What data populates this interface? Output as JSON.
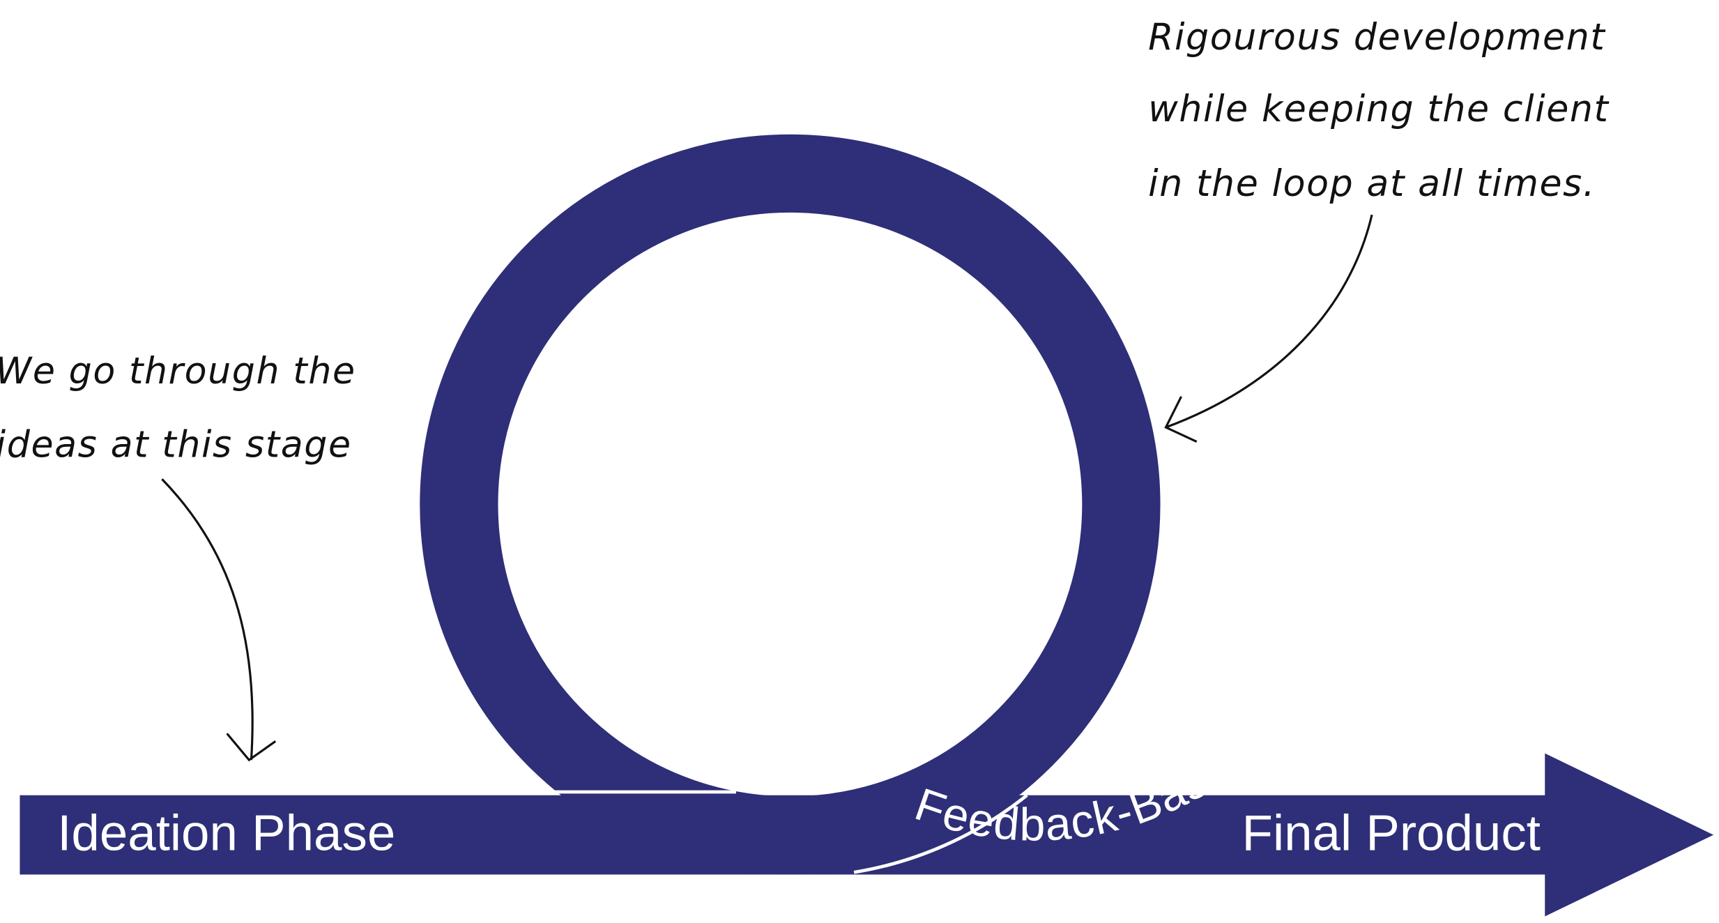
{
  "colors": {
    "primary": "#2e2f78",
    "text_on_primary": "#ffffff",
    "annotation": "#111111"
  },
  "bar": {
    "start_label": "Ideation Phase",
    "end_label": "Final Product"
  },
  "loop": {
    "label": "Feedback-Based Development"
  },
  "annotations": {
    "left": {
      "lines": [
        "We go through the",
        "ideas at this stage"
      ]
    },
    "right": {
      "lines": [
        "Rigourous development",
        "while keeping the client",
        "in the loop at all times."
      ]
    }
  }
}
